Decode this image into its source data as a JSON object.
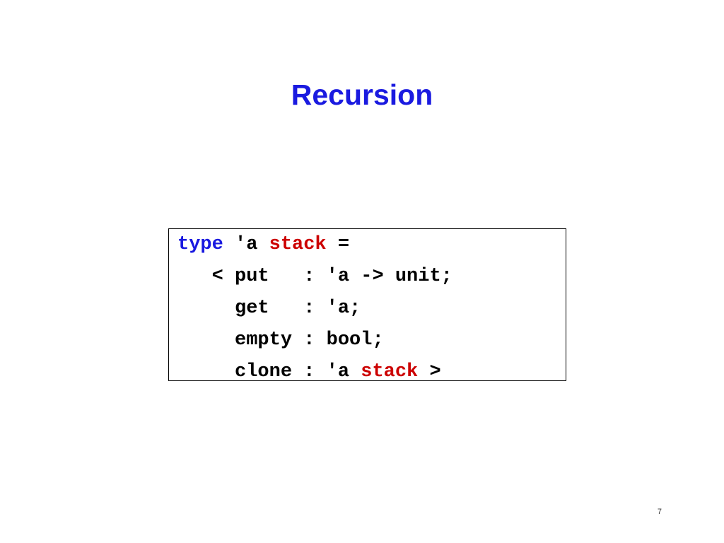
{
  "slide": {
    "title": "Recursion",
    "page_number": "7"
  },
  "code": {
    "line1": {
      "keyword": "type",
      "param": " 'a ",
      "type_name": "stack",
      "rest": " ="
    },
    "line2": {
      "text": "   < put   : 'a -> unit;"
    },
    "line3": {
      "text": "     get   : 'a;"
    },
    "line4": {
      "text": "     empty : bool;"
    },
    "line5": {
      "prefix": "     clone : 'a ",
      "type_name": "stack",
      "suffix": " >"
    }
  },
  "colors": {
    "title": "#1a1ae0",
    "keyword": "#1a1ae0",
    "type_name": "#cc0000",
    "code_text": "#000000"
  }
}
